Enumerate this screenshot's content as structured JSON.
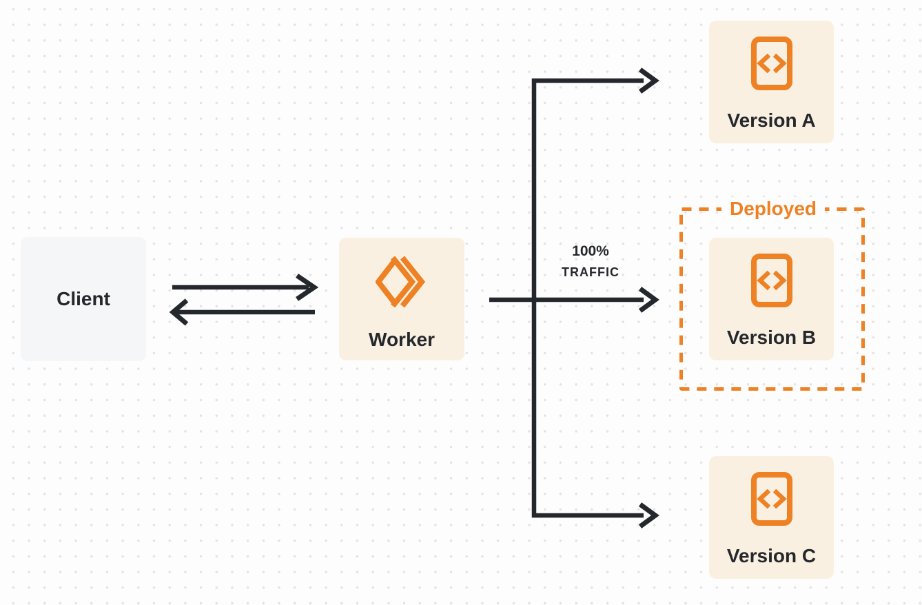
{
  "colors": {
    "accent": "#ED8123",
    "ink": "#24272B",
    "cream": "#FAF0E1",
    "client_bg": "#F5F6F7",
    "page_bg": "#FDFDFE",
    "dot": "#E3E3E6"
  },
  "diagram": {
    "client": {
      "label": "Client"
    },
    "worker": {
      "label": "Worker",
      "icon": "workers-logo-icon"
    },
    "traffic": {
      "line1": "100%",
      "line2": "TRAFFIC"
    },
    "deployed": {
      "label": "Deployed"
    },
    "versions": [
      {
        "label": "Version A",
        "icon": "code-file-icon"
      },
      {
        "label": "Version B",
        "icon": "code-file-icon",
        "status": "deployed"
      },
      {
        "label": "Version C",
        "icon": "code-file-icon"
      }
    ]
  }
}
